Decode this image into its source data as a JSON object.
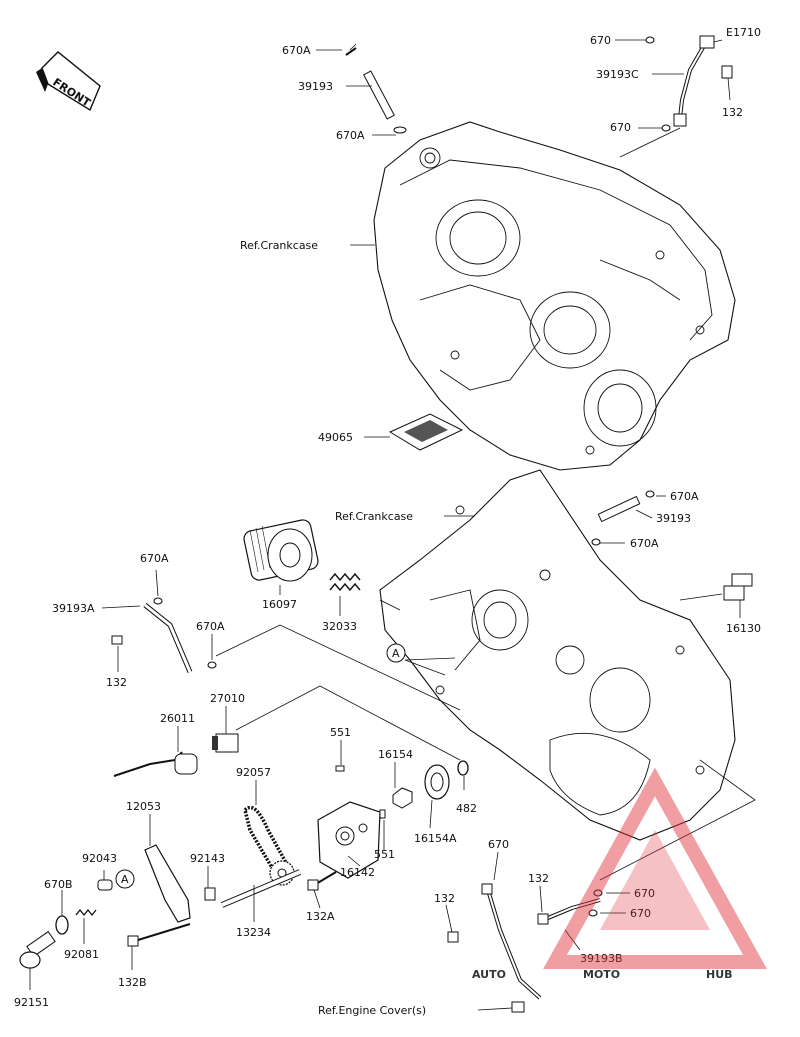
{
  "direction_indicator": "FRONT",
  "labels": {
    "p670A_top": "670A",
    "p39193_top": "39193",
    "p670A_mid": "670A",
    "ref_crankcase_upper": "Ref.Crankcase",
    "p49065": "49065",
    "p670_tr1": "670",
    "pE1710": "E1710",
    "p39193C": "39193C",
    "p132_tr": "132",
    "p670_tr2": "670",
    "ref_crankcase_lower": "Ref.Crankcase",
    "p670A_r1": "670A",
    "p39193_r": "39193",
    "p670A_r2": "670A",
    "p16130": "16130",
    "p670A_l": "670A",
    "p39193A": "39193A",
    "p670A_l2": "670A",
    "p132_l": "132",
    "p16097": "16097",
    "p32033": "32033",
    "callout_A_upper": "A",
    "p27010": "27010",
    "p26011": "26011",
    "p551_a": "551",
    "p16154": "16154",
    "p482": "482",
    "p92057": "92057",
    "p12053": "12053",
    "p92043": "92043",
    "callout_A_lower": "A",
    "p92143": "92143",
    "p551_b": "551",
    "p16154A": "16154A",
    "p16142": "16142",
    "p670B": "670B",
    "p92081": "92081",
    "p13234": "13234",
    "p132A": "132A",
    "p132B": "132B",
    "p92151": "92151",
    "p670_b": "670",
    "p132_b1": "132",
    "p132_b2": "132",
    "p670_b2": "670",
    "p670_b3": "670",
    "p39193B": "39193B",
    "ref_engine_cover": "Ref.Engine Cover(s)"
  },
  "watermark": {
    "part1": "AUTO",
    "part2": "MOTO",
    "part3": "HUB",
    "color_orange": "#f5a623",
    "color_red": "#e0303a",
    "color_dark": "#3a3a3a"
  }
}
